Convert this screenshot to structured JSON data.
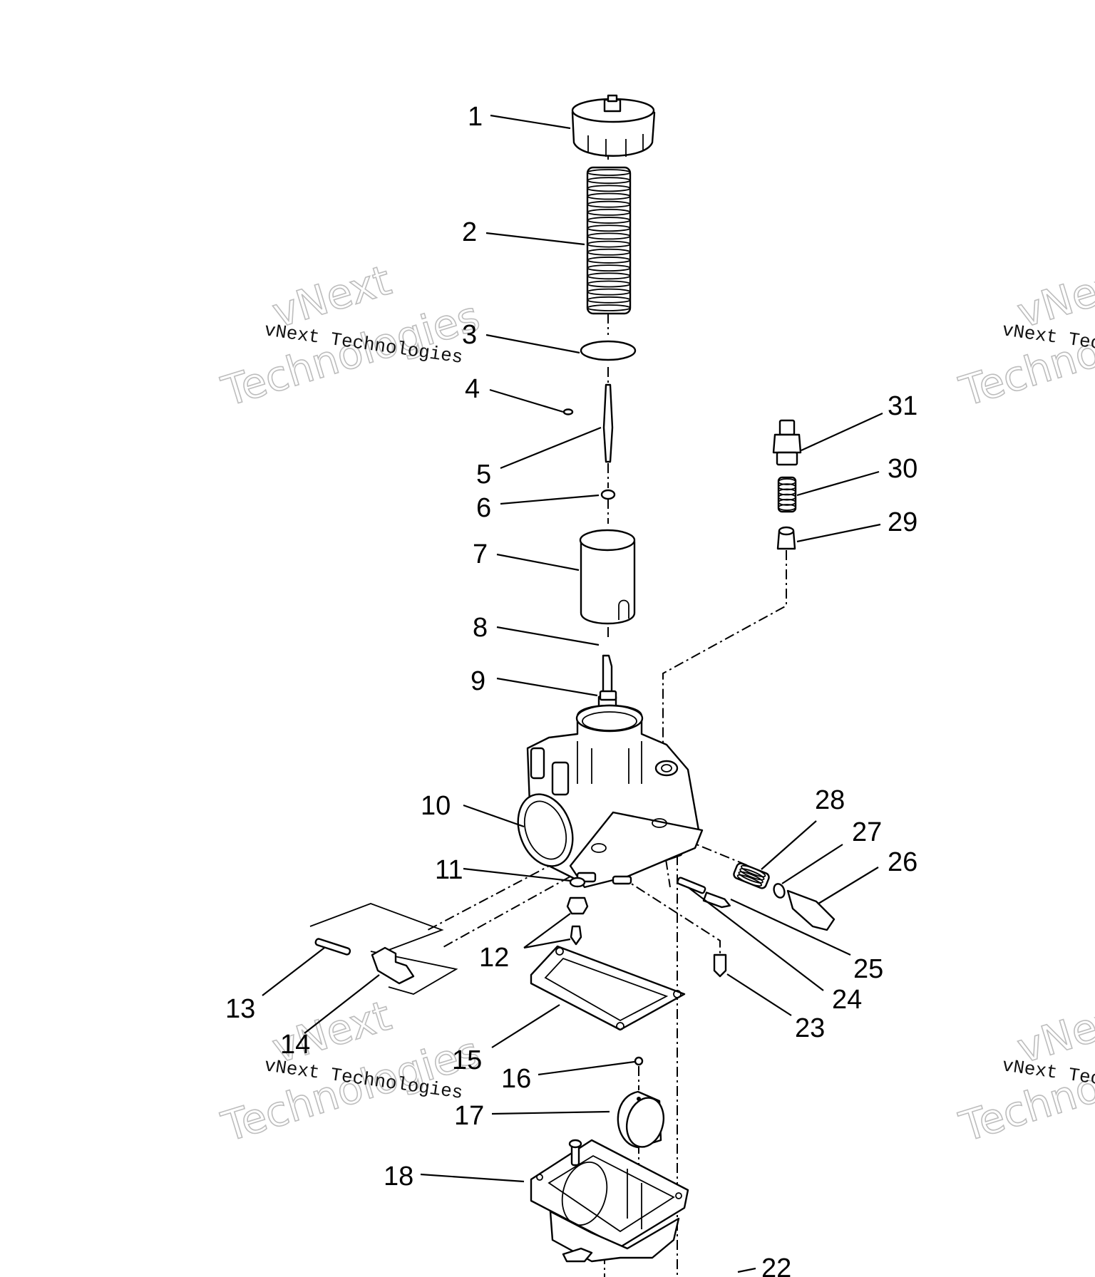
{
  "diagram": {
    "type": "exploded parts diagram",
    "subject": "carburetor assembly",
    "callouts": [
      {
        "id": "c1",
        "label": "1"
      },
      {
        "id": "c2",
        "label": "2"
      },
      {
        "id": "c3",
        "label": "3"
      },
      {
        "id": "c4",
        "label": "4"
      },
      {
        "id": "c5",
        "label": "5"
      },
      {
        "id": "c6",
        "label": "6"
      },
      {
        "id": "c7",
        "label": "7"
      },
      {
        "id": "c8",
        "label": "8"
      },
      {
        "id": "c9",
        "label": "9"
      },
      {
        "id": "c10",
        "label": "10"
      },
      {
        "id": "c11",
        "label": "11"
      },
      {
        "id": "c12",
        "label": "12"
      },
      {
        "id": "c13",
        "label": "13"
      },
      {
        "id": "c14",
        "label": "14"
      },
      {
        "id": "c15",
        "label": "15"
      },
      {
        "id": "c16",
        "label": "16"
      },
      {
        "id": "c17",
        "label": "17"
      },
      {
        "id": "c18",
        "label": "18"
      },
      {
        "id": "c22",
        "label": "22"
      },
      {
        "id": "c23",
        "label": "23"
      },
      {
        "id": "c24",
        "label": "24"
      },
      {
        "id": "c25",
        "label": "25"
      },
      {
        "id": "c26",
        "label": "26"
      },
      {
        "id": "c27",
        "label": "27"
      },
      {
        "id": "c28",
        "label": "28"
      },
      {
        "id": "c29",
        "label": "29"
      },
      {
        "id": "c30",
        "label": "30"
      },
      {
        "id": "c31",
        "label": "31"
      }
    ]
  },
  "watermark": {
    "small_text": "vNext Technologies",
    "large_line1": "vNext",
    "large_line2": "Technologies",
    "outline_color": "#bdbdbd"
  }
}
